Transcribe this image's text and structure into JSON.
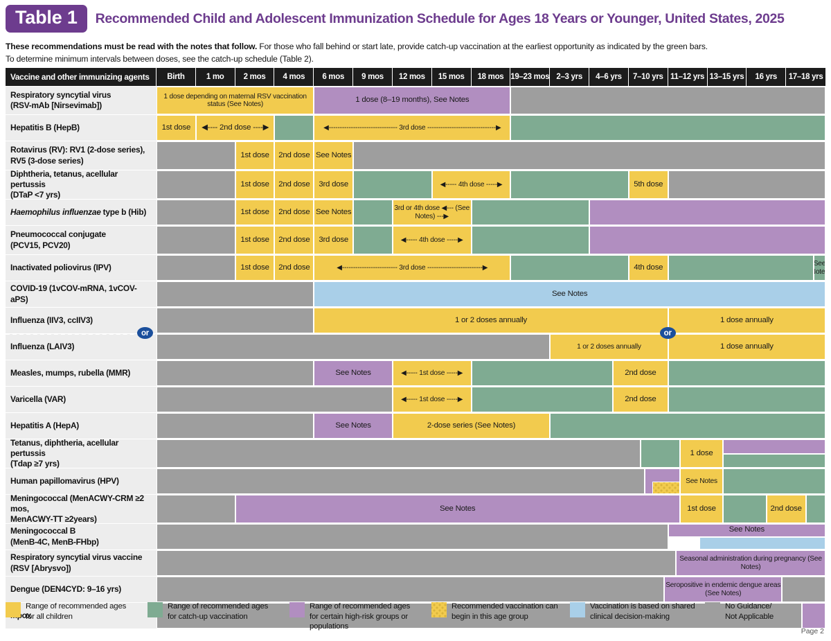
{
  "header": {
    "badge": "Table 1",
    "title": "Recommended Child and Adolescent Immunization Schedule for Ages 18 Years or Younger, United States, 2025",
    "intro_bold": "These recommendations must be read with the notes that follow.",
    "intro_rest": " For those who fall behind or start late, provide catch-up vaccination at the earliest opportunity as indicated by the green bars.",
    "intro_line2": "To determine minimum intervals between doses, see the catch-up schedule (Table 2).",
    "page_label": "Page 2"
  },
  "colors": {
    "brand_purple": "#6d3c8e",
    "yellow": "#f2cb4e",
    "green": "#7fab92",
    "purple": "#b18ec0",
    "gray": "#9e9e9e",
    "blue": "#a9cfe8",
    "header_black": "#1c1c1c",
    "or_badge_blue": "#1b4f9c"
  },
  "columns": [
    {
      "label": "Vaccine and other immunizing agents"
    },
    {
      "label": "Birth"
    },
    {
      "label": "1 mo"
    },
    {
      "label": "2 mos"
    },
    {
      "label": "4 mos"
    },
    {
      "label": "6 mos"
    },
    {
      "label": "9 mos"
    },
    {
      "label": "12 mos"
    },
    {
      "label": "15 mos"
    },
    {
      "label": "18 mos"
    },
    {
      "label": "19–23 mos"
    },
    {
      "label": "2–3 yrs"
    },
    {
      "label": "4–6 yrs"
    },
    {
      "label": "7–10 yrs"
    },
    {
      "label": "11–12 yrs"
    },
    {
      "label": "13–15 yrs"
    },
    {
      "label": "16 yrs"
    },
    {
      "label": "17–18 yrs"
    }
  ],
  "rows": [
    {
      "name": "rsv-mab",
      "label": "Respiratory syncytial virus (RSV-mAb [Nirsevimab])",
      "label_line1": "Respiratory syncytial virus",
      "label_line2": "(RSV-mAb [Nirsevimab])",
      "segments": [
        {
          "color": "yellow",
          "text": "1 dose depending on maternal RSV vaccination status (See Notes)"
        },
        {
          "color": "purple",
          "text": "1 dose (8–19 months), See Notes"
        },
        {
          "color": "gray",
          "text": ""
        }
      ]
    },
    {
      "name": "hepb",
      "label": "Hepatitis B (HepB)",
      "segments": [
        {
          "color": "yellow",
          "text": "1st dose"
        },
        {
          "color": "yellow",
          "text": "◀---- 2nd dose ----▶"
        },
        {
          "color": "green",
          "text": ""
        },
        {
          "color": "yellow",
          "text": "◀------------------------------- 3rd dose -------------------------------▶"
        },
        {
          "color": "green",
          "text": ""
        }
      ]
    },
    {
      "name": "rotavirus",
      "label": "Rotavirus (RV): RV1 (2-dose series), RV5 (3-dose series)",
      "label_line1": "Rotavirus (RV): RV1 (2-dose series),",
      "label_line2": "RV5 (3-dose series)",
      "segments": [
        {
          "color": "gray",
          "text": ""
        },
        {
          "color": "yellow",
          "text": "1st dose"
        },
        {
          "color": "yellow",
          "text": "2nd dose"
        },
        {
          "color": "yellow",
          "text": "See Notes"
        },
        {
          "color": "gray",
          "text": ""
        }
      ]
    },
    {
      "name": "dtap",
      "label": "Diphtheria, tetanus, acellular pertussis (DTaP <7 yrs)",
      "label_line1": "Diphtheria, tetanus, acellular pertussis",
      "label_line2": "(DTaP <7 yrs)",
      "segments": [
        {
          "color": "gray",
          "text": ""
        },
        {
          "color": "yellow",
          "text": "1st dose"
        },
        {
          "color": "yellow",
          "text": "2nd dose"
        },
        {
          "color": "yellow",
          "text": "3rd dose"
        },
        {
          "color": "green",
          "text": ""
        },
        {
          "color": "yellow",
          "text": "◀----- 4th dose -----▶"
        },
        {
          "color": "green",
          "text": ""
        },
        {
          "color": "yellow",
          "text": "5th dose"
        },
        {
          "color": "gray",
          "text": ""
        }
      ]
    },
    {
      "name": "hib",
      "label": "Haemophilus influenzae type b (Hib)",
      "label_italic": "Haemophilus influenzae",
      "label_rest": " type b (Hib)",
      "segments": [
        {
          "color": "gray",
          "text": ""
        },
        {
          "color": "yellow",
          "text": "1st dose"
        },
        {
          "color": "yellow",
          "text": "2nd dose"
        },
        {
          "color": "yellow",
          "text": "See Notes"
        },
        {
          "color": "green",
          "text": ""
        },
        {
          "color": "yellow",
          "text": "3rd or 4th dose ◀--- (See Notes) ---▶"
        },
        {
          "color": "green",
          "text": ""
        },
        {
          "color": "purple",
          "text": ""
        }
      ]
    },
    {
      "name": "pcv",
      "label": "Pneumococcal conjugate (PCV15, PCV20)",
      "label_line1": "Pneumococcal conjugate",
      "label_line2": "(PCV15, PCV20)",
      "segments": [
        {
          "color": "gray",
          "text": ""
        },
        {
          "color": "yellow",
          "text": "1st dose"
        },
        {
          "color": "yellow",
          "text": "2nd dose"
        },
        {
          "color": "yellow",
          "text": "3rd dose"
        },
        {
          "color": "green",
          "text": ""
        },
        {
          "color": "yellow",
          "text": "◀----- 4th dose -----▶"
        },
        {
          "color": "green",
          "text": ""
        },
        {
          "color": "purple",
          "text": ""
        }
      ]
    },
    {
      "name": "ipv",
      "label": "Inactivated poliovirus (IPV)",
      "segments": [
        {
          "color": "gray",
          "text": ""
        },
        {
          "color": "yellow",
          "text": "1st dose"
        },
        {
          "color": "yellow",
          "text": "2nd dose"
        },
        {
          "color": "yellow",
          "text": "◀------------------------- 3rd dose -------------------------▶"
        },
        {
          "color": "green",
          "text": ""
        },
        {
          "color": "yellow",
          "text": "4th dose"
        },
        {
          "color": "green",
          "text": ""
        },
        {
          "color": "green",
          "text": "See Notes"
        }
      ]
    },
    {
      "name": "covid19",
      "label": "COVID-19 (1vCOV-mRNA, 1vCOV-aPS)",
      "segments": [
        {
          "color": "gray",
          "text": ""
        },
        {
          "color": "blue",
          "text": "See Notes"
        }
      ]
    },
    {
      "name": "influenza-iiv3",
      "label": "Influenza (IIV3, ccIIV3)",
      "segments": [
        {
          "color": "gray",
          "text": ""
        },
        {
          "color": "yellow",
          "text": "1 or 2 doses annually"
        },
        {
          "color": "yellow",
          "text": "1 dose annually"
        }
      ]
    },
    {
      "name": "influenza-laiv3",
      "label": "Influenza (LAIV3)",
      "segments": [
        {
          "color": "gray",
          "text": ""
        },
        {
          "color": "yellow",
          "text": "1 or 2 doses annually"
        },
        {
          "color": "yellow",
          "text": "1 dose annually"
        }
      ]
    },
    {
      "name": "mmr",
      "label": "Measles, mumps, rubella (MMR)",
      "segments": [
        {
          "color": "gray",
          "text": ""
        },
        {
          "color": "purple",
          "text": "See Notes"
        },
        {
          "color": "yellow",
          "text": "◀----- 1st dose -----▶"
        },
        {
          "color": "green",
          "text": ""
        },
        {
          "color": "yellow",
          "text": "2nd dose"
        },
        {
          "color": "green",
          "text": ""
        }
      ]
    },
    {
      "name": "varicella",
      "label": "Varicella (VAR)",
      "segments": [
        {
          "color": "gray",
          "text": ""
        },
        {
          "color": "yellow",
          "text": "◀----- 1st dose -----▶"
        },
        {
          "color": "green",
          "text": ""
        },
        {
          "color": "yellow",
          "text": "2nd dose"
        },
        {
          "color": "green",
          "text": ""
        }
      ]
    },
    {
      "name": "hepa",
      "label": "Hepatitis A (HepA)",
      "segments": [
        {
          "color": "gray",
          "text": ""
        },
        {
          "color": "purple",
          "text": "See Notes"
        },
        {
          "color": "yellow",
          "text": "2-dose series (See Notes)"
        },
        {
          "color": "green",
          "text": ""
        }
      ]
    },
    {
      "name": "tdap",
      "label": "Tetanus, diphtheria, acellular pertussis (Tdap ≥7 yrs)",
      "label_line1": "Tetanus, diphtheria, acellular pertussis",
      "label_line2": "(Tdap ≥7 yrs)",
      "segments": [
        {
          "color": "gray",
          "text": ""
        },
        {
          "color": "green",
          "text": ""
        },
        {
          "color": "yellow",
          "text": "1 dose"
        },
        {
          "color": "purple",
          "text": ""
        },
        {
          "color": "green",
          "text": ""
        }
      ]
    },
    {
      "name": "hpv",
      "label": "Human papillomavirus (HPV)",
      "segments": [
        {
          "color": "gray",
          "text": ""
        },
        {
          "color": "purple",
          "text": ""
        },
        {
          "color": "dotted",
          "text": ""
        },
        {
          "color": "yellow",
          "text": "See Notes"
        },
        {
          "color": "green",
          "text": ""
        }
      ]
    },
    {
      "name": "meningococcal-acwy",
      "label": "Meningococcal (MenACWY-CRM ≥2 mos, MenACWY-TT ≥2years)",
      "label_line1": "Meningococcal (MenACWY-CRM ≥2 mos,",
      "label_line2": "MenACWY-TT ≥2years)",
      "segments": [
        {
          "color": "gray",
          "text": ""
        },
        {
          "color": "purple",
          "text": "See Notes"
        },
        {
          "color": "yellow",
          "text": "1st dose"
        },
        {
          "color": "green",
          "text": ""
        },
        {
          "color": "yellow",
          "text": "2nd dose"
        },
        {
          "color": "green",
          "text": ""
        }
      ]
    },
    {
      "name": "meningococcal-b",
      "label": "Meningococcal B (MenB-4C, MenB-FHbp)",
      "label_line1": "Meningococcal B",
      "label_line2": "(MenB-4C, MenB-FHbp)",
      "segments": [
        {
          "color": "gray",
          "text": ""
        },
        {
          "color": "purple",
          "text": "See Notes"
        },
        {
          "color": "blue",
          "text": ""
        }
      ]
    },
    {
      "name": "rsv-vaccine",
      "label": "Respiratory syncytial virus vaccine (RSV [Abrysvo])",
      "label_line1": "Respiratory syncytial virus vaccine",
      "label_line2": "(RSV [Abrysvo])",
      "segments": [
        {
          "color": "gray",
          "text": ""
        },
        {
          "color": "purple",
          "text": "Seasonal administration during pregnancy (See Notes)"
        }
      ]
    },
    {
      "name": "dengue",
      "label": "Dengue (DEN4CYD: 9–16 yrs)",
      "segments": [
        {
          "color": "gray",
          "text": ""
        },
        {
          "color": "purple",
          "text": "Seropositive in endemic dengue areas (See Notes)"
        },
        {
          "color": "gray",
          "text": ""
        }
      ]
    },
    {
      "name": "mpox",
      "label": "Mpox",
      "segments": [
        {
          "color": "gray",
          "text": ""
        },
        {
          "color": "purple",
          "text": ""
        }
      ]
    }
  ],
  "or_badges": {
    "label": "or"
  },
  "legend": [
    {
      "color": "yellow",
      "text": "Range of recommended ages for all children",
      "line1": "Range of recommended ages",
      "line2": "for all children"
    },
    {
      "color": "green",
      "text": "Range of recommended ages for catch-up vaccination",
      "line1": "Range of recommended ages",
      "line2": "for catch-up vaccination"
    },
    {
      "color": "purple",
      "text": "Range of recommended ages for certain high-risk groups or populations",
      "line1": "Range of recommended ages",
      "line2": "for certain high-risk groups or",
      "line3": "populations"
    },
    {
      "color": "dotted",
      "text": "Recommended vaccination can begin in this age group",
      "line1": "Recommended vaccination can",
      "line2": "begin in this age group"
    },
    {
      "color": "blue",
      "text": "Vaccination is based on shared clinical decision-making",
      "line1": "Vaccination is based on shared",
      "line2": "clinical decision-making"
    },
    {
      "color": "gray",
      "text": "No Guidance/ Not Applicable",
      "line1": "No Guidance/",
      "line2": "Not Applicable"
    }
  ]
}
